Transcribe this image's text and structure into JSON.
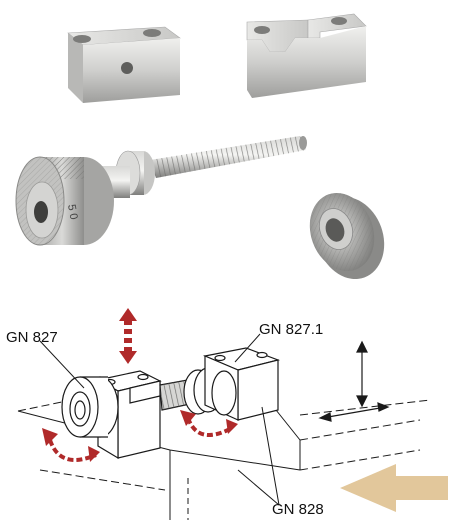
{
  "labels": {
    "gn827": "GN 827",
    "gn8271": "GN 827.1",
    "gn828": "GN 828"
  },
  "scale_marking": "0.5",
  "colors": {
    "steel_light": "#e6e6e4",
    "steel_mid": "#bdbdbb",
    "steel_dark": "#8a8a88",
    "arrow_red": "#b02a2a",
    "arrow_feed": "#e2c79b",
    "line": "#1a1a1a"
  }
}
